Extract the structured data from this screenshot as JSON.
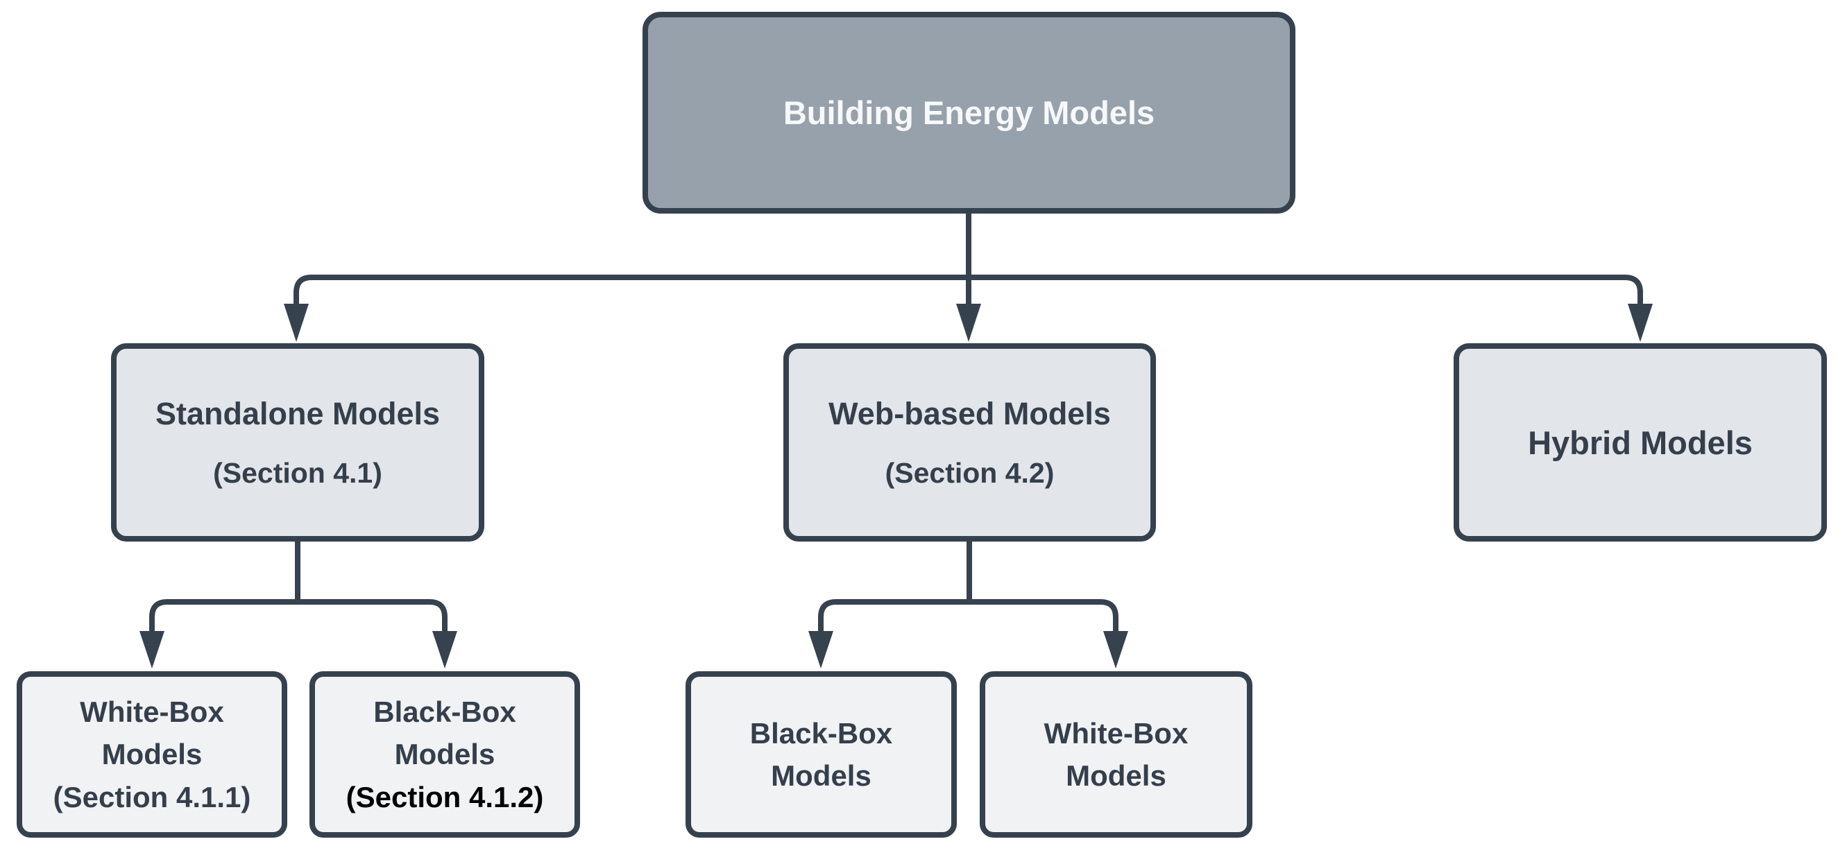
{
  "page": {
    "background": "#ffffff"
  },
  "diagram": {
    "type": "flowchart",
    "orientation": "top-down",
    "nodes": {
      "root": {
        "label": "Building Energy Models"
      },
      "standalone": {
        "label": "Standalone Models",
        "sublabel": "(Section 4.1)"
      },
      "web_based": {
        "label": "Web-based Models",
        "sublabel": "(Section 4.2)"
      },
      "hybrid": {
        "label": "Hybrid Models"
      },
      "standalone_white_box": {
        "lines": [
          "White-Box",
          "Models",
          "(Section 4.1.1)"
        ]
      },
      "standalone_black_box": {
        "lines": [
          "Black-Box",
          "Models",
          "(Section 4.1.2)"
        ]
      },
      "web_black_box": {
        "lines": [
          "Black-Box",
          "Models"
        ]
      },
      "web_white_box": {
        "lines": [
          "White-Box",
          "Models"
        ]
      }
    },
    "edges": [
      {
        "from": "root",
        "to": "standalone"
      },
      {
        "from": "root",
        "to": "web_based"
      },
      {
        "from": "root",
        "to": "hybrid"
      },
      {
        "from": "standalone",
        "to": "standalone_white_box"
      },
      {
        "from": "standalone",
        "to": "standalone_black_box"
      },
      {
        "from": "web_based",
        "to": "web_black_box"
      },
      {
        "from": "web_based",
        "to": "web_white_box"
      }
    ],
    "colors": {
      "root_fill": "#97a1ab",
      "root_text": "#f7f8f9",
      "level2_fill": "#e2e5e9",
      "level3_fill": "#f0f2f4",
      "node_border": "#36414e",
      "connector": "#37424f",
      "node_text": "#353f4c",
      "emphasis_text": "#000000",
      "background": "#ffffff"
    }
  }
}
